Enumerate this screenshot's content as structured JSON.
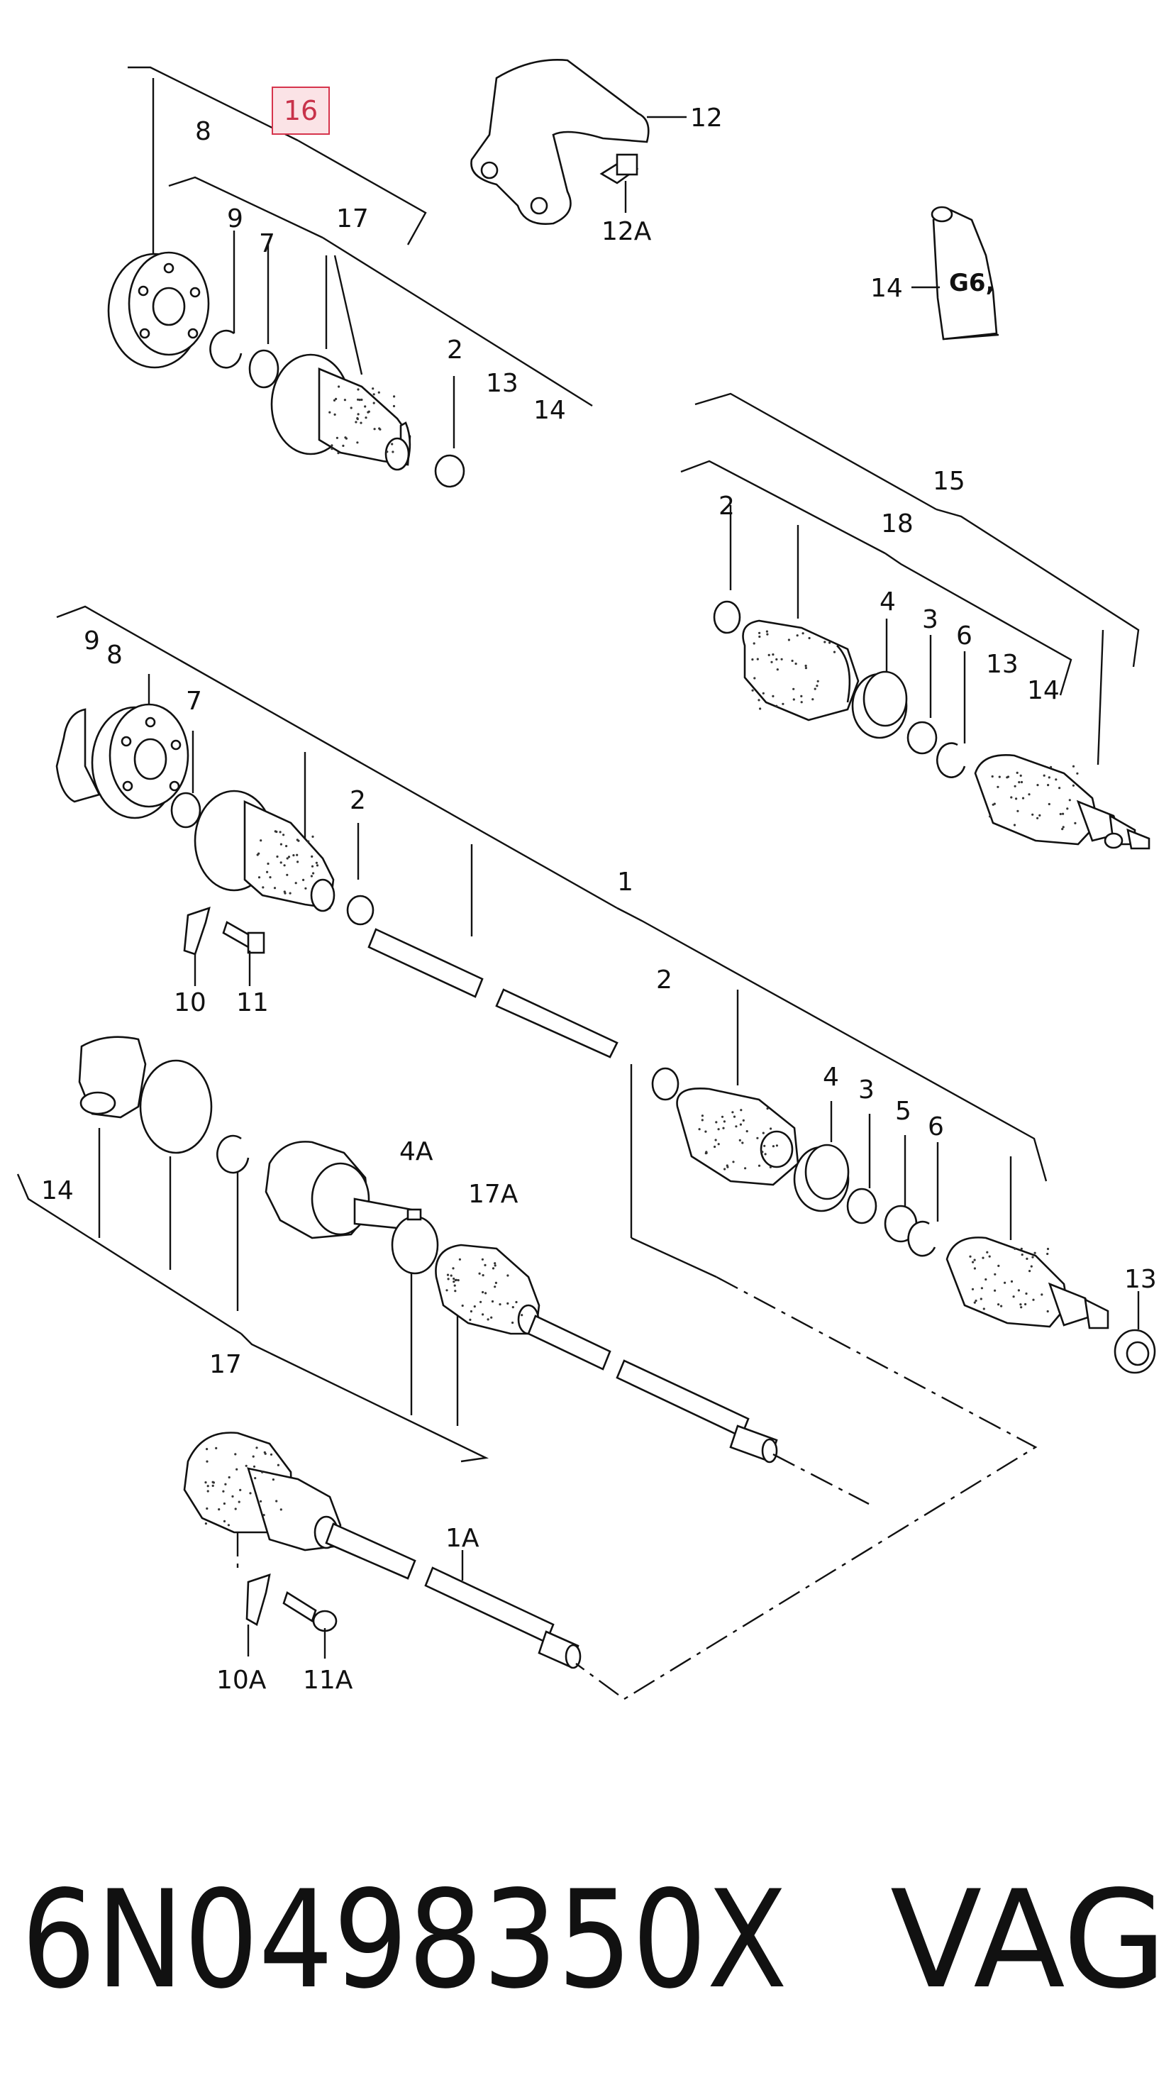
{
  "diagram": {
    "labels": {
      "c8_top": "8",
      "c16": "16",
      "c9_top": "9",
      "c7_top": "7",
      "c17_top": "17",
      "c2_top": "2",
      "c13_top": "13",
      "c14_top": "14",
      "c12": "12",
      "c12A": "12A",
      "c14_tube": "14",
      "c15": "15",
      "c18": "18",
      "c2_right": "2",
      "c4_right": "4",
      "c3_right": "3",
      "c6_right": "6",
      "c13_right": "13",
      "c14_right": "14",
      "c9_mid": "9",
      "c8_mid": "8",
      "c7_mid": "7",
      "c2_mid": "2",
      "c1": "1",
      "c10": "10",
      "c11": "11",
      "c2_low": "2",
      "c4_low": "4",
      "c3_low": "3",
      "c5_low": "5",
      "c6_low": "6",
      "c14_low": "14",
      "c4A": "4A",
      "c17A": "17A",
      "c13_low": "13",
      "c17_low": "17",
      "c1A": "1A",
      "c10A": "10A",
      "c11A": "11A"
    },
    "tube_text": "G6,",
    "part_number": "6N0498350X",
    "brand": "VAG",
    "highlight_color": "#d6344c"
  }
}
